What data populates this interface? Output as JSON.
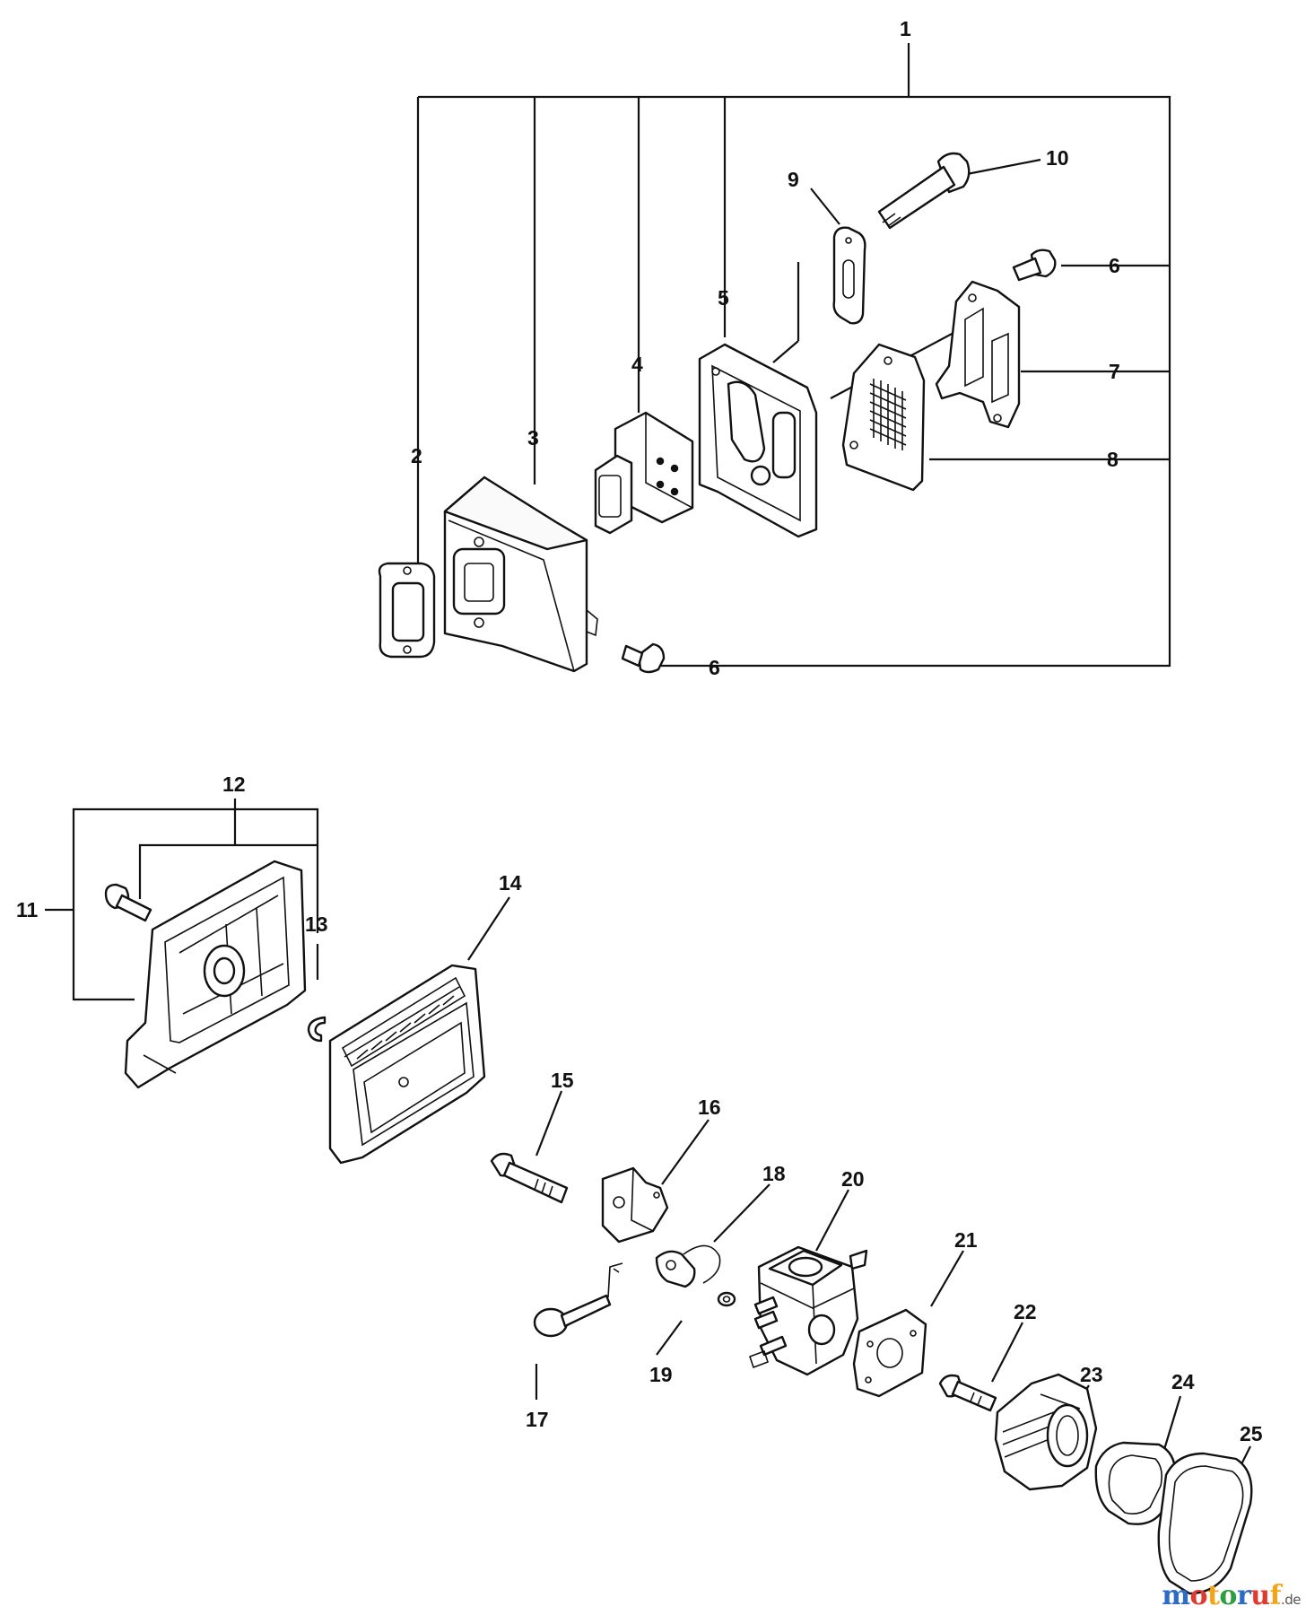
{
  "callouts": [
    "1",
    "2",
    "3",
    "4",
    "5",
    "6",
    "7",
    "8",
    "9",
    "10",
    "11",
    "12",
    "13",
    "14",
    "15",
    "16",
    "17",
    "18",
    "19",
    "20",
    "21",
    "22",
    "23",
    "24",
    "25"
  ],
  "callout_6_second": "6",
  "watermark": {
    "brand": "motoruf",
    "domain": ".de",
    "colors": [
      "#2e6bc4",
      "#e03a2f",
      "#f2a518",
      "#2e9e3e"
    ]
  }
}
